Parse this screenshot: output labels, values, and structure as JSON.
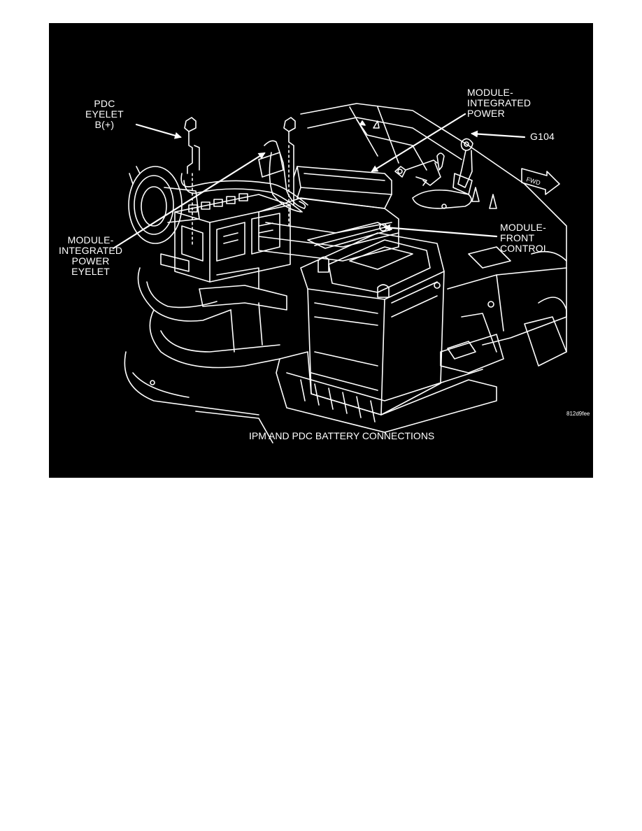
{
  "figure": {
    "background": "#000000",
    "line_color": "#ffffff",
    "caption": "IPM AND PDC BATTERY CONNECTIONS",
    "image_code": "812d9fee",
    "fwd_marker": "FWD",
    "labels": {
      "pdc_eyelet": [
        "PDC",
        "EYELET",
        "B(+)"
      ],
      "ipm_top": [
        "MODULE-",
        "INTEGRATED",
        "POWER"
      ],
      "g104": "G104",
      "ipm_eyelet": [
        "MODULE-",
        "INTEGRATED",
        "POWER",
        "EYELET"
      ],
      "fcm": [
        "MODULE-",
        "FRONT",
        "CONTROL"
      ]
    }
  }
}
